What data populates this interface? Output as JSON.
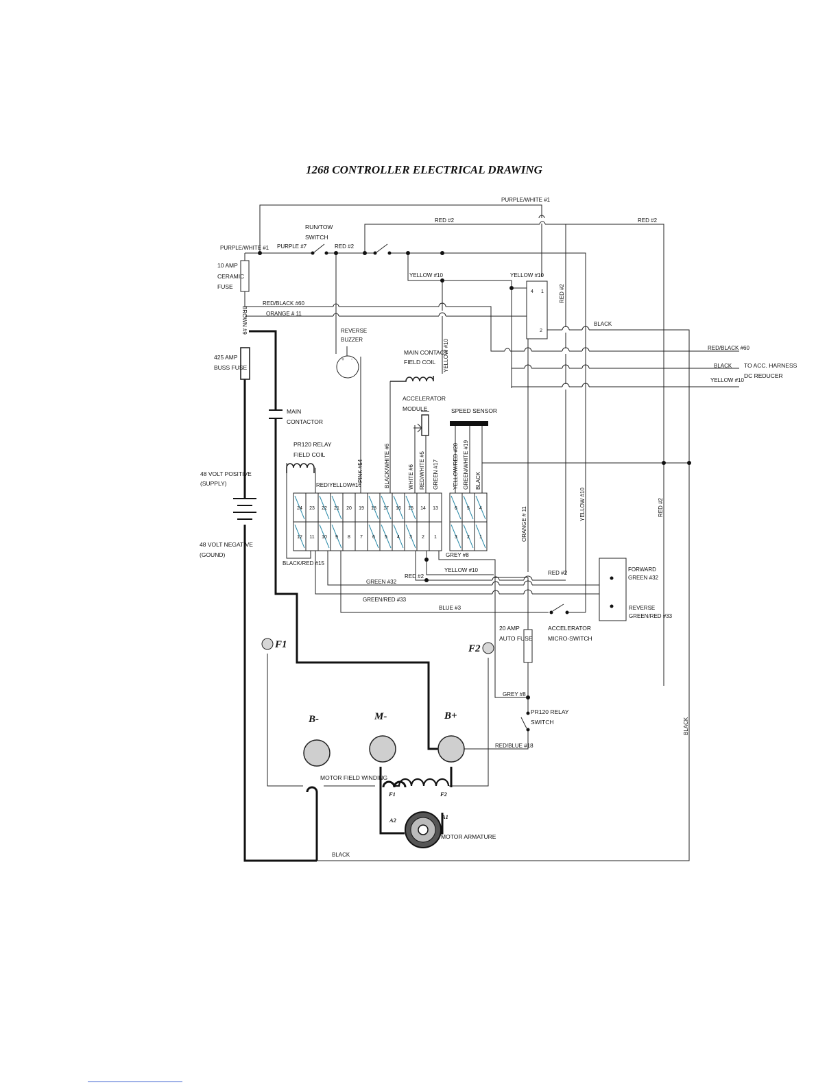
{
  "title": "1268 CONTROLLER ELECTRICAL DRAWING",
  "labels": {
    "purple_white_top": "PURPLE/WHITE #1",
    "red2_a": "RED #2",
    "red2_b": "RED #2",
    "run_tow_1": "RUN/TOW",
    "run_tow_2": "SWITCH",
    "purple_white_left": "PURPLE/WHITE #1",
    "purple7": "PURPLE #7",
    "red2_c": "RED #2",
    "fuse10_1": "10 AMP",
    "fuse10_2": "CERAMIC",
    "fuse10_3": "FUSE",
    "yellow10_a": "YELLOW #10",
    "yellow10_b": "YELLOW #10",
    "red2_vert": "RED #2",
    "relay_4": "4",
    "relay_1": "1",
    "relay_2": "2",
    "red_black60": "RED/BLACK #60",
    "orange11": "ORANGE # 11",
    "brown9": "BROWN #9",
    "black_relay": "BLACK",
    "reverse_buzzer_1": "REVERSE",
    "reverse_buzzer_2": "BUZZER",
    "main_contact_fc_1": "MAIN CONTACT",
    "main_contact_fc_2": "FIELD COIL",
    "yellow10_vert": "YELLOW #10",
    "red_black60_right": "RED/BLACK #60",
    "black_right": "BLACK",
    "yellow10_right": "YELLOW #10",
    "to_acc_1": "TO ACC. HARNESS",
    "to_acc_2": "DC REDUCER",
    "buss_fuse_1": "425 AMP",
    "buss_fuse_2": "BUSS FUSE",
    "main_contactor_1": "MAIN",
    "main_contactor_2": "CONTACTOR",
    "accel_module_1": "ACCELERATOR",
    "accel_module_2": "MODULE",
    "speed_sensor": "SPEED SENSOR",
    "pr120_fc_1": "PR120 RELAY",
    "pr120_fc_2": "FIELD COIL",
    "pink54": "PINK #54",
    "black_white6_a": "BLACK/WHITE #6",
    "white6": "WHITE #6",
    "red_white5": "RED/WHITE #5",
    "green17": "GREEN #17",
    "yellow_red20": "YELLOW/RED #20",
    "green_white19": "GREEN/WHITE #19",
    "black_ss": "BLACK",
    "pos_1": "48 VOLT POSITIVE",
    "pos_2": "(SUPPLY)",
    "red_yellow16": "RED/YELLOW#16",
    "orange11_vert": "ORANGE # 11",
    "yellow10_vert2": "YELLOW #10",
    "red2_vert2": "RED #2",
    "neg_1": "48 VOLT NEGATIVE",
    "neg_2": "(GOUND)",
    "grey8_a": "GREY #8",
    "black_red15": "BLACK/RED #15",
    "yellow10_c": "YELLOW #10",
    "red2_d": "RED #2",
    "red2_e": "RED #2",
    "forward_1": "FORWARD",
    "forward_2": "GREEN #32",
    "green32": "GREEN #32",
    "green_red33": "GREEN/RED #33",
    "blue3": "BLUE #3",
    "reverse_1": "REVERSE",
    "reverse_2": "GREEN/RED #33",
    "auto_fuse_1": "20 AMP",
    "auto_fuse_2": "AUTO FUSE",
    "micro_sw_1": "ACCELERATOR",
    "micro_sw_2": "MICRO-SWITCH",
    "F1": "F1",
    "F2": "F2",
    "grey8_b": "GREY #8",
    "pr120_sw_1": "PR120 RELAY",
    "pr120_sw_2": "SWITCH",
    "black_vert_right": "BLACK",
    "B_minus": "B-",
    "M_minus": "M-",
    "B_plus": "B+",
    "red_blue18": "RED/BLUE #18",
    "motor_field": "MOTOR FIELD WINDING",
    "f1_small": "F1",
    "f2_small": "F2",
    "A2": "A2",
    "A1": "A1",
    "motor_arm": "MOTOR ARMATURE",
    "black_bottom": "BLACK"
  },
  "pins_top": [
    "24",
    "23",
    "22",
    "21",
    "20",
    "19",
    "18",
    "17",
    "16",
    "15",
    "14",
    "13"
  ],
  "pins_bottom": [
    "12",
    "11",
    "10",
    "9",
    "8",
    "7",
    "6",
    "5",
    "4",
    "3",
    "2",
    "1"
  ],
  "pins_small_top": [
    "6",
    "5",
    "4"
  ],
  "pins_small_bottom": [
    "3",
    "2",
    "1"
  ]
}
